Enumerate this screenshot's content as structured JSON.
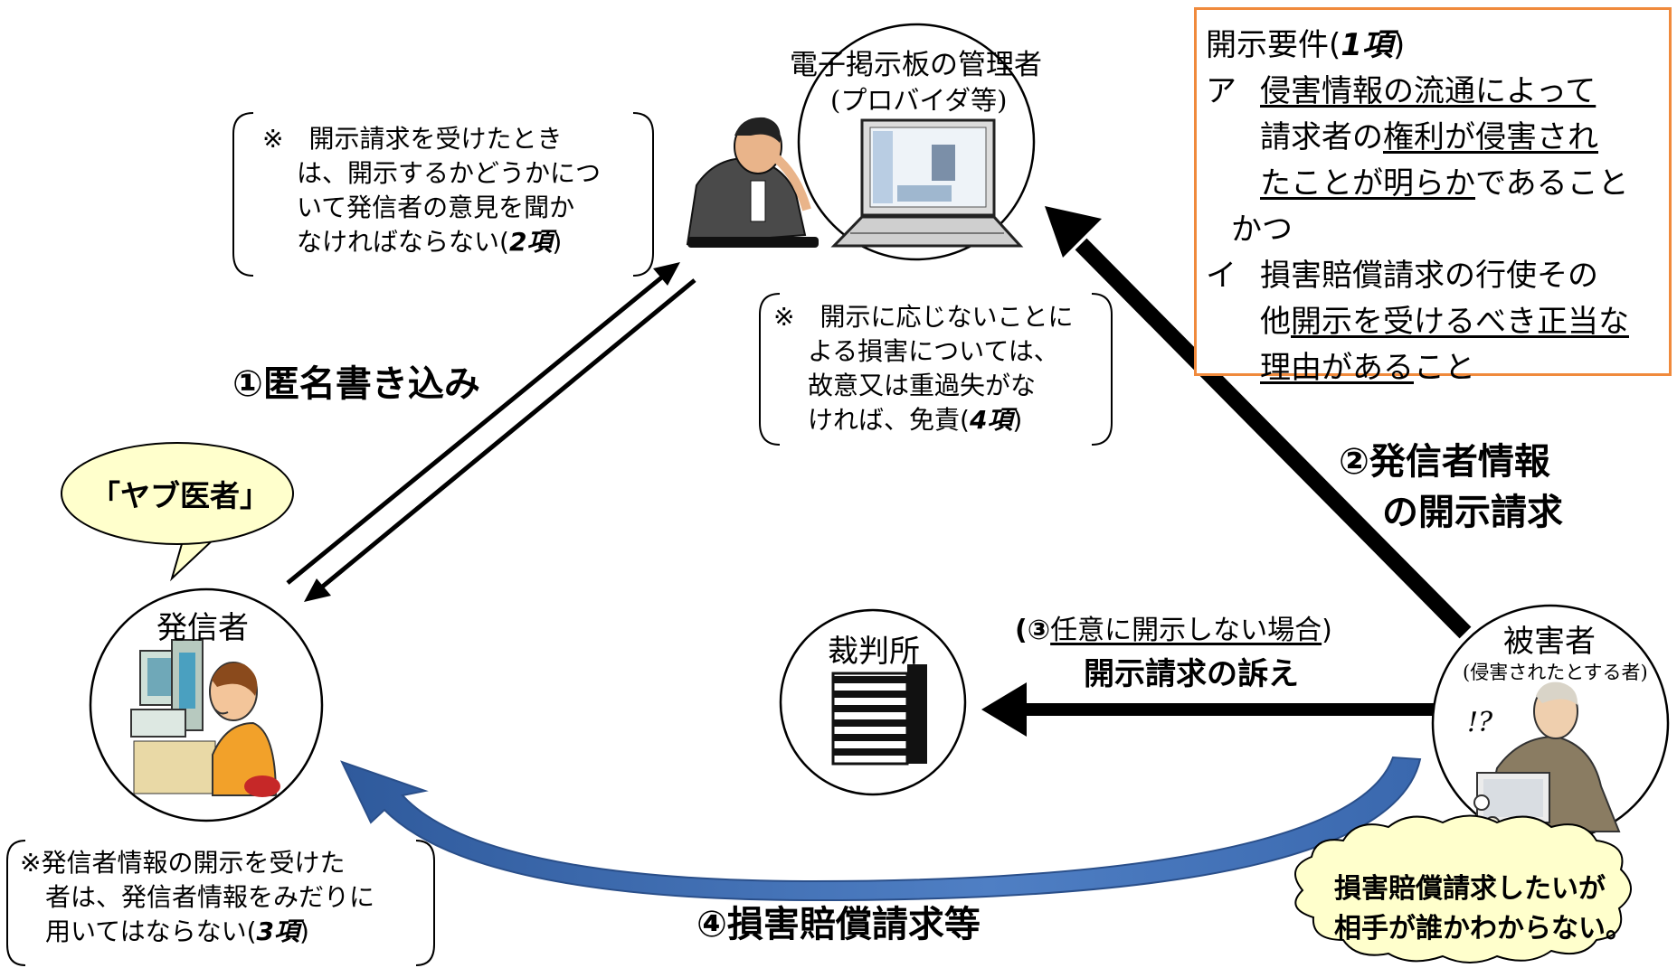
{
  "provider": {
    "title": "電子掲示板の管理者",
    "subtitle": "(プロバイダ等)"
  },
  "poster": {
    "title": "発信者",
    "speech_bubble": "「ヤブ医者」"
  },
  "court": {
    "title": "裁判所"
  },
  "victim": {
    "title": "被害者",
    "subtitle": "(侵害されたとする者)",
    "interjection": "!?",
    "cloud_lines": [
      "損害賠償請求したいが",
      "相手が誰かわからない。"
    ]
  },
  "notes": {
    "item2": {
      "lines": [
        "※　開示請求を受けたとき",
        "は、開示するかどうかにつ",
        "いて発信者の意見を聞か",
        "なければならない("
      ],
      "ref": "2項",
      "close": ")"
    },
    "item4": {
      "lines": [
        "※　開示に応じないことに",
        "よる損害については、",
        "故意又は重過失がな",
        "ければ、免責("
      ],
      "ref": "4項",
      "close": ")"
    },
    "item3": {
      "lines": [
        "※発信者情報の開示を受けた",
        "者は、発信者情報をみだりに",
        "用いてはならない("
      ],
      "ref": "3項",
      "close": ")"
    }
  },
  "requirements": {
    "heading": "開示要件(",
    "heading_ref": "1項",
    "heading_close": ")",
    "a_marker": "ア",
    "a_line1_u": "侵害情報の流通によって",
    "a_line2_plain": "請求者の",
    "a_line2_u": "権利が侵害され",
    "a_line3_u": "たことが明らか",
    "a_line3_plain": "であること",
    "conj": "かつ",
    "b_marker": "イ",
    "b_line1": "損害賠償請求の行使その",
    "b_line2_plain": "他",
    "b_line2_u": "開示を受けるべき正当な",
    "b_line3_u": "理由がある",
    "b_line3_plain": "こと"
  },
  "steps": {
    "step1": "①匿名書き込み",
    "step2_line1": "②発信者情報",
    "step2_line2": "の開示請求",
    "step3_open": "(③",
    "step3_u": "任意に開示しない場合",
    "step3_close": ")",
    "step3_line2": "開示請求の訴え",
    "step4": "④損害賠償請求等"
  },
  "colors": {
    "box_border": "#f08a3c",
    "bubble_fill": "#ffffcc",
    "arrow_blue": "#3f6fb3",
    "arrow_black": "#000000"
  }
}
